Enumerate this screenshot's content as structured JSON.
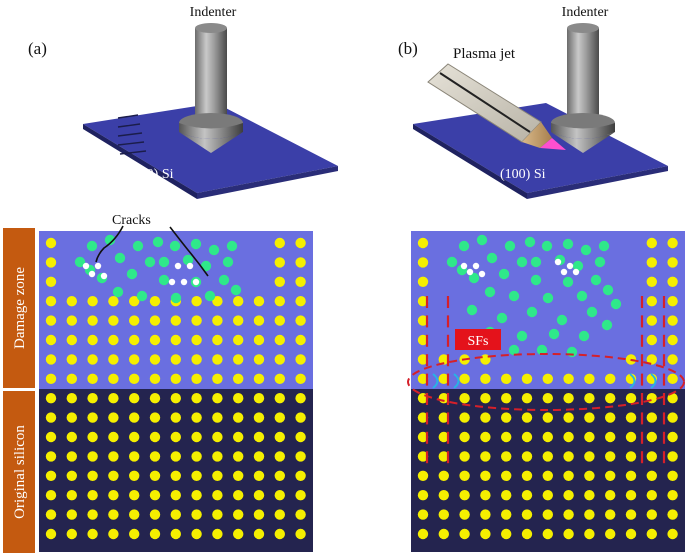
{
  "panel_a": {
    "label": "(a)",
    "indenter_label": "Indenter",
    "substrate_label": "(100) Si",
    "cracks_label": "Cracks"
  },
  "panel_b": {
    "label": "(b)",
    "indenter_label": "Indenter",
    "plasma_label": "Plasma jet",
    "substrate_label": "(100) Si",
    "sf_label": "SFs"
  },
  "side_bar": {
    "damage_zone": "Damage zone",
    "original_silicon": "Original silicon"
  },
  "colors": {
    "substrate": "#3b3fa8",
    "damage_bg": "#6a6fe0",
    "original_bg": "#24244f",
    "atom": "#f5ef00",
    "amorphous_atom": "#2fe88a",
    "vacancy": "#ffffff",
    "sidebar": "#c45a10",
    "sf_box": "#e4121b",
    "sf_line": "#d5202a",
    "dislocation": "#27b3e5"
  }
}
